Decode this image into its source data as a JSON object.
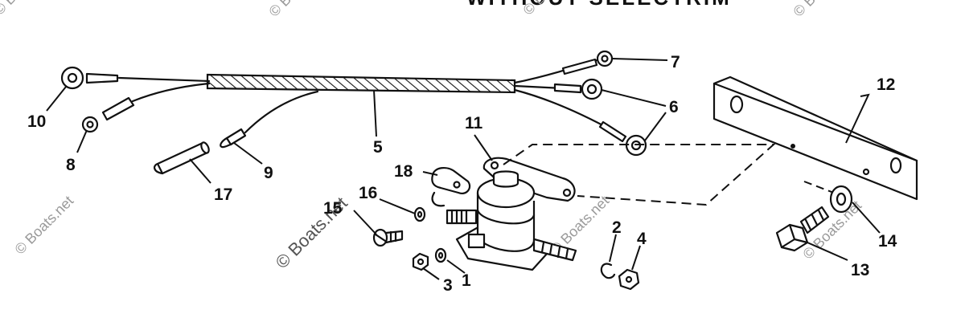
{
  "title": "WITHOUT SELECTRIM",
  "watermark": "© Boats.net",
  "callouts": [
    {
      "id": "p1",
      "label": "1"
    },
    {
      "id": "p2",
      "label": "2"
    },
    {
      "id": "p3",
      "label": "3"
    },
    {
      "id": "p4",
      "label": "4"
    },
    {
      "id": "p5",
      "label": "5"
    },
    {
      "id": "p6",
      "label": "6"
    },
    {
      "id": "p7",
      "label": "7"
    },
    {
      "id": "p8",
      "label": "8"
    },
    {
      "id": "p9",
      "label": "9"
    },
    {
      "id": "p10",
      "label": "10"
    },
    {
      "id": "p11",
      "label": "11"
    },
    {
      "id": "p12",
      "label": "12"
    },
    {
      "id": "p13",
      "label": "13"
    },
    {
      "id": "p14",
      "label": "14"
    },
    {
      "id": "p15",
      "label": "15"
    },
    {
      "id": "p16",
      "label": "16"
    },
    {
      "id": "p17",
      "label": "17"
    },
    {
      "id": "p18",
      "label": "18"
    }
  ]
}
